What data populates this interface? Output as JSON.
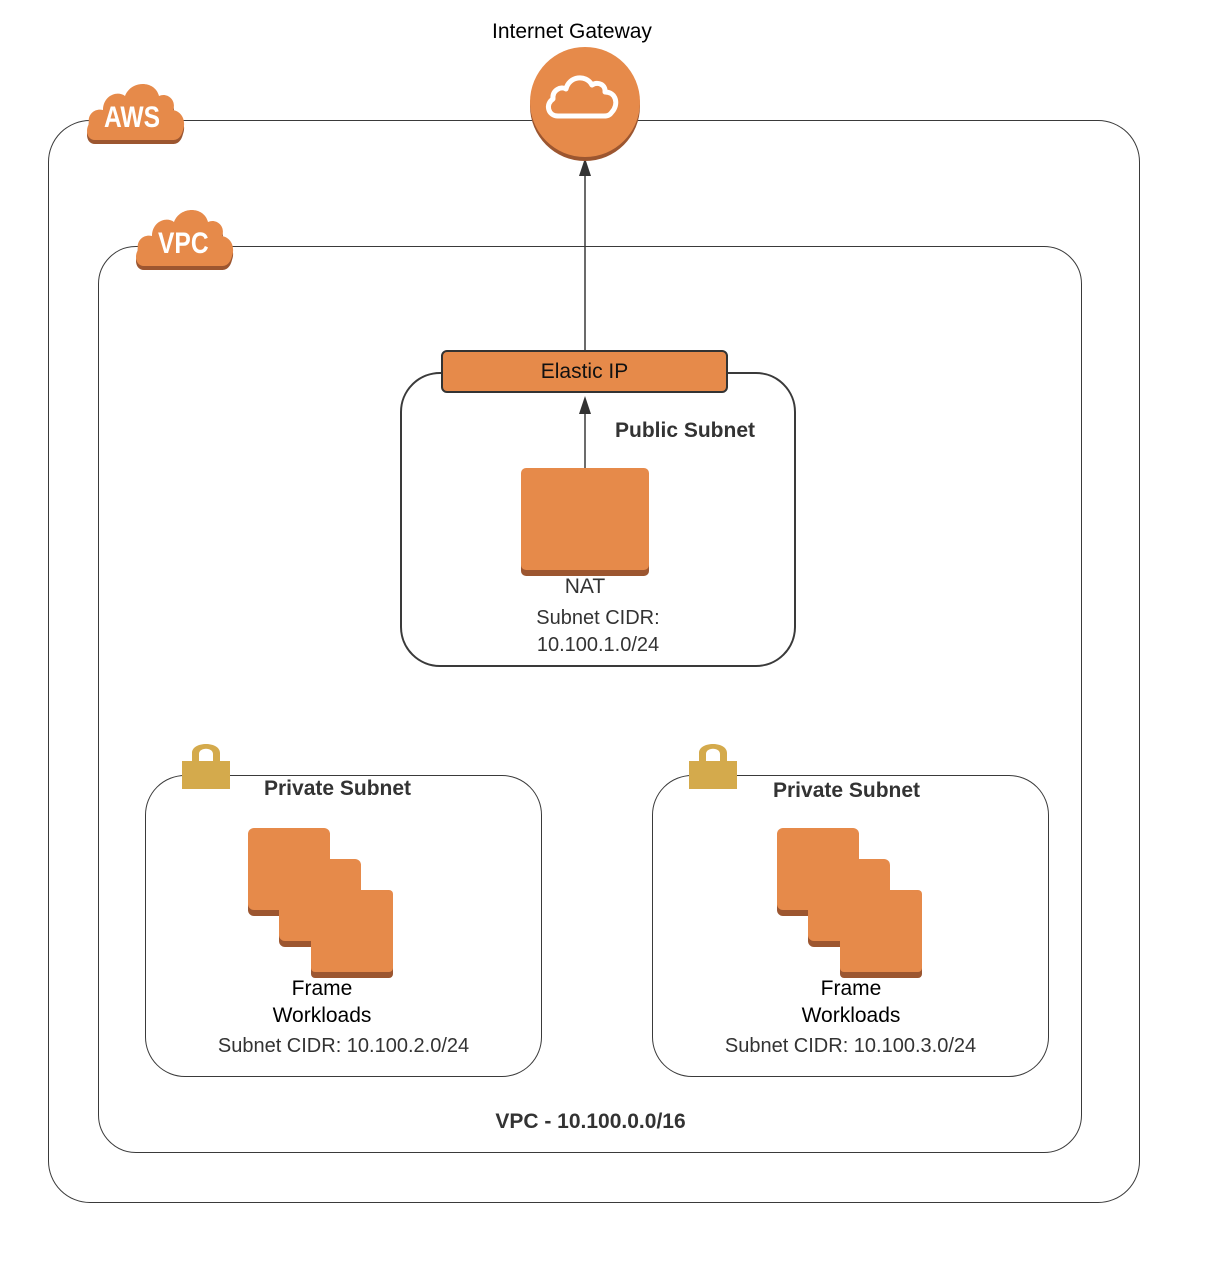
{
  "diagram": {
    "internet_gateway": {
      "label": "Internet Gateway",
      "icon": "cloud-icon"
    },
    "aws_cloud": {
      "badge": "AWS"
    },
    "vpc": {
      "badge": "VPC",
      "cidr_title": "VPC - 10.100.0.0/16"
    },
    "elastic_ip": {
      "label": "Elastic IP"
    },
    "public_subnet": {
      "title": "Public Subnet",
      "nat_label": "NAT",
      "cidr_line1": "Subnet CIDR:",
      "cidr_line2": "10.100.1.0/24"
    },
    "private_subnets": [
      {
        "title": "Private Subnet",
        "workload_line1": "Frame",
        "workload_line2": "Workloads",
        "cidr": "Subnet CIDR: 10.100.2.0/24",
        "icon": "lock-icon"
      },
      {
        "title": "Private Subnet",
        "workload_line1": "Frame",
        "workload_line2": "Workloads",
        "cidr": "Subnet CIDR: 10.100.3.0/24",
        "icon": "lock-icon"
      }
    ],
    "connections": [
      {
        "from": "NAT",
        "to": "Elastic IP"
      },
      {
        "from": "Elastic IP",
        "to": "Internet Gateway"
      }
    ],
    "colors": {
      "aws_orange": "#e68a4a",
      "aws_orange_shadow": "#9c5630",
      "lock_gold": "#d4aa4c",
      "line": "#3a3a3a",
      "text_dark": "#333333"
    }
  }
}
